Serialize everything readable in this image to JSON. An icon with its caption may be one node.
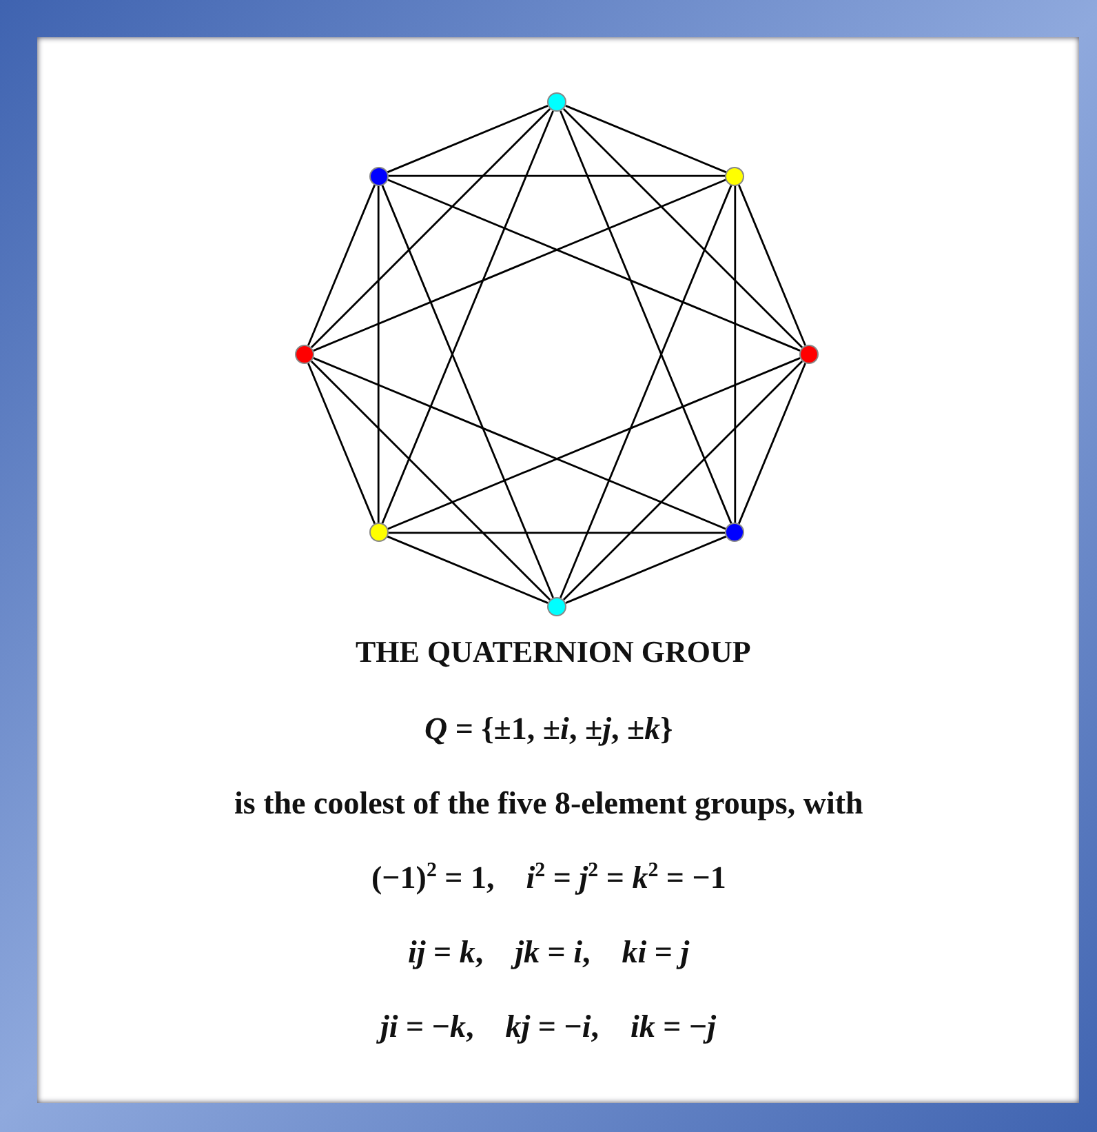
{
  "diagram": {
    "title": "THE QUATERNION GROUP",
    "nodes": [
      {
        "text": [],
        "shape": "circle"
      },
      {
        "text": [],
        "shape": "circle"
      },
      {
        "text": [],
        "shape": "circle"
      },
      {
        "text": [],
        "shape": "circle"
      },
      {
        "text": [],
        "shape": "circle"
      },
      {
        "text": [],
        "shape": "circle"
      },
      {
        "text": [],
        "shape": "circle"
      },
      {
        "text": [],
        "shape": "circle"
      }
    ],
    "edges": [
      {
        "from": 0,
        "to": 1,
        "arrow": "none"
      },
      {
        "from": 0,
        "to": 2,
        "arrow": "none"
      },
      {
        "from": 0,
        "to": 3,
        "arrow": "none"
      },
      {
        "from": 0,
        "to": 4,
        "arrow": "none"
      },
      {
        "from": 0,
        "to": 5,
        "arrow": "none"
      },
      {
        "from": 0,
        "to": 6,
        "arrow": "none"
      },
      {
        "from": 1,
        "to": 2,
        "arrow": "none"
      },
      {
        "from": 1,
        "to": 3,
        "arrow": "none"
      },
      {
        "from": 1,
        "to": 4,
        "arrow": "none"
      },
      {
        "from": 1,
        "to": 5,
        "arrow": "none"
      },
      {
        "from": 1,
        "to": 7,
        "arrow": "none"
      },
      {
        "from": 2,
        "to": 3,
        "arrow": "none"
      },
      {
        "from": 2,
        "to": 4,
        "arrow": "none"
      },
      {
        "from": 2,
        "to": 6,
        "arrow": "none"
      },
      {
        "from": 2,
        "to": 7,
        "arrow": "none"
      },
      {
        "from": 3,
        "to": 5,
        "arrow": "none"
      },
      {
        "from": 3,
        "to": 6,
        "arrow": "none"
      },
      {
        "from": 3,
        "to": 7,
        "arrow": "none"
      },
      {
        "from": 4,
        "to": 5,
        "arrow": "none"
      },
      {
        "from": 4,
        "to": 6,
        "arrow": "none"
      },
      {
        "from": 4,
        "to": 7,
        "arrow": "none"
      },
      {
        "from": 5,
        "to": 6,
        "arrow": "none"
      },
      {
        "from": 5,
        "to": 7,
        "arrow": "none"
      },
      {
        "from": 6,
        "to": 7,
        "arrow": "none"
      }
    ],
    "labels": [
      "*Q* = {±1, ±*i*, ±*j*, ±*k*}",
      "is the coolest of the five 8-element groups, with",
      "(−1)$^{2}$ = 1,    *i*$^{2}$ = *j*$^{2}$ = *k*$^{2}$ = −1",
      "*ij* = *k*,    *jk* = *i*,    *ki* = *j*",
      "*ji* = −*k*,    *kj* = −*i*,    *ik* = −*j*"
    ]
  }
}
